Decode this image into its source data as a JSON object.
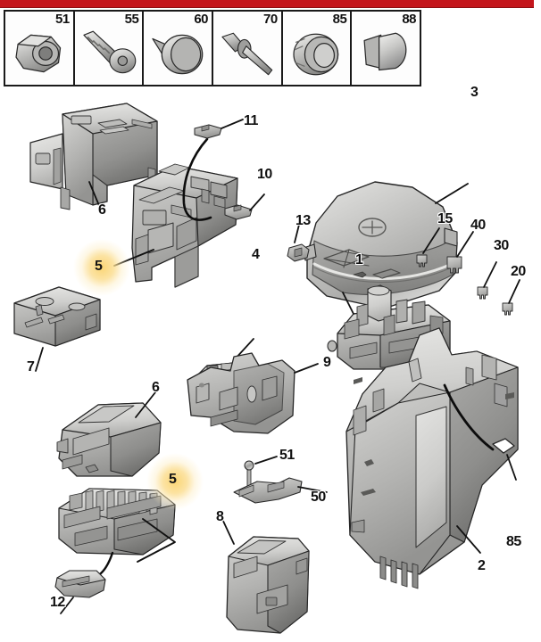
{
  "banner": {
    "color": "#c4161c"
  },
  "legend": {
    "title": "fastener reference strip",
    "items": [
      {
        "number": "51",
        "icon": "flange-nut-icon"
      },
      {
        "number": "55",
        "icon": "pan-head-screw-icon"
      },
      {
        "number": "60",
        "icon": "round-plug-cap-icon"
      },
      {
        "number": "70",
        "icon": "blind-rivet-icon"
      },
      {
        "number": "85",
        "icon": "rubber-grommet-icon"
      },
      {
        "number": "88",
        "icon": "mushroom-plug-icon"
      }
    ]
  },
  "diagram": {
    "title": "engine bay fuse box exploded view",
    "callouts": [
      {
        "label": "11",
        "part": "terminal-contact-upper"
      },
      {
        "label": "3",
        "part": "main-moulded-cover"
      },
      {
        "label": "10",
        "part": "terminal-contact-lower"
      },
      {
        "label": "6",
        "part": "relay-box-cover-upper"
      },
      {
        "label": "13",
        "part": "fuse-puller-element"
      },
      {
        "label": "15",
        "part": "blade-fuse-15a"
      },
      {
        "label": "40",
        "part": "blade-fuse-40a"
      },
      {
        "label": "30",
        "part": "blade-fuse-30a"
      },
      {
        "label": "1",
        "part": "fuse-box-base"
      },
      {
        "label": "4",
        "part": "multi-way-connector"
      },
      {
        "label": "20",
        "part": "blade-fuse-20a"
      },
      {
        "label": "5",
        "part": "relay-carrier-upper",
        "highlighted": true
      },
      {
        "label": "7",
        "part": "two-way-connector"
      },
      {
        "label": "9",
        "part": "mounting-bracket"
      },
      {
        "label": "6",
        "part": "relay-box-cover-lower"
      },
      {
        "label": "51",
        "part": "flange-nut"
      },
      {
        "label": "5",
        "part": "fuse-holder-block-lower",
        "highlighted": true
      },
      {
        "label": "50",
        "part": "earth-strap-bracket"
      },
      {
        "label": "8",
        "part": "control-module"
      },
      {
        "label": "85",
        "part": "rubber-grommet"
      },
      {
        "label": "2",
        "part": "main-housing"
      },
      {
        "label": "12",
        "part": "wiring-connector"
      }
    ]
  },
  "colors": {
    "banner_red": "#c4161c",
    "highlight_amber": "#fad36e",
    "outline": "#262626",
    "part_grey": "#b3b3b1"
  }
}
